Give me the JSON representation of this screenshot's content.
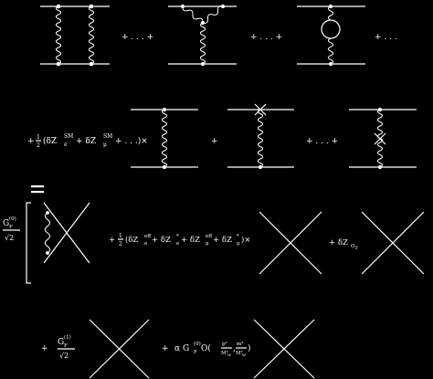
{
  "ellipsis": "+ . . . +",
  "ellipsis_end": "+ . . .",
  "plus": "+",
  "equals": "=",
  "row2": {
    "lead": "+",
    "half": "1",
    "half_den": "2",
    "open": "(δZ",
    "sub1": "e",
    "sup1": "SM",
    "mid": " + δZ",
    "sub2": "μ",
    "sup2": "SM",
    "close": " + . . .)×"
  },
  "row3": {
    "gf": "G",
    "gf_sub": "F",
    "gf_sup": "(0)",
    "sqrt2": "√2",
    "term": "+ ",
    "half": "1",
    "half_den": "2",
    "z_open": "(δZ",
    "z1_sub": "e",
    "z1_sup": "eff",
    "z2": " + δZ",
    "z2_sub": "e",
    "z2_sup": "*",
    "z3": " + δZ",
    "z3_sub": "μ",
    "z3_sup": "eff",
    "z4": " + δZ",
    "z4_sub": "μ",
    "z4_sup": "*",
    "z_close": ")×",
    "ct": "+ δZ",
    "ct_sub": "O",
    "ct_sub2": "F"
  },
  "row4": {
    "plus": "+",
    "gf": "G",
    "gf_sub": "F",
    "gf_sup": "(1)",
    "sqrt2": "√2",
    "plus2": "+",
    "alpha": "α G",
    "alpha_sub": "F",
    "alpha_sup": "(0)",
    "order": " O(",
    "q2": "p²",
    "mw2": "M²",
    "mw_sub": "W",
    "comma": ",",
    "m2": "m²",
    "mw2b": "M²",
    "mw_subb": "W",
    "close": ")"
  }
}
